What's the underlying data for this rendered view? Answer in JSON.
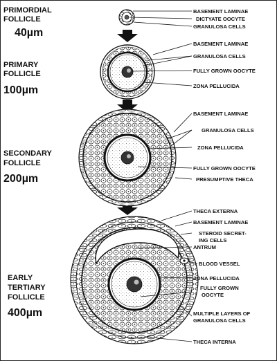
{
  "stages": [
    {
      "name_line1": "PRIMORDIAL",
      "name_line2": "FOLLICLE",
      "size": "40µm"
    },
    {
      "name_line1": "PRIMARY",
      "name_line2": "FOLLICLE",
      "size": "100µm"
    },
    {
      "name_line1": "SECONDARY",
      "name_line2": "FOLLICLE",
      "size": "200µm"
    },
    {
      "name_line1": "EARLY",
      "name_line2": "TERTIARY",
      "name_line3": "FOLLICLE",
      "size": "400µm"
    }
  ],
  "labels": {
    "primordial": [
      "BASEMENT LAMINAE",
      "DICTYATE OOCYTE",
      "GRANULOSA CELLS"
    ],
    "primary": [
      "BASEMENT LAMINAE",
      "GRANULOSA CELLS",
      "FULLY GROWN OOCYTE",
      "ZONA PELLUCIDA"
    ],
    "secondary": [
      "BASEMENT LAMINAE",
      "GRANULOSA CELLS",
      "ZONA PELLUCIDA",
      "FULLY GROWN OOCYTE",
      "PRESUMPTIVE THECA"
    ],
    "tertiary": {
      "theca_externa": "THECA  EXTERNA",
      "basement_laminae": "BASEMENT LAMINAE",
      "steroid_line1": "STEROID SECRET-",
      "steroid_line2": "ING CELLS",
      "antrum": "ANTRUM",
      "blood_vessel": "BLOOD VESSEL",
      "zona_pellucida": "ZONA PELLUCIDA",
      "oocyte_line1": "FULLY GROWN",
      "oocyte_line2": "OOCYTE",
      "multiple_line1": "MULTIPLE LAYERS OF",
      "multiple_line2": "GRANULOSA CELLS",
      "theca_interna": "THECA INTERNA"
    }
  },
  "colors": {
    "ink": "#111111",
    "paper": "#ffffff"
  }
}
